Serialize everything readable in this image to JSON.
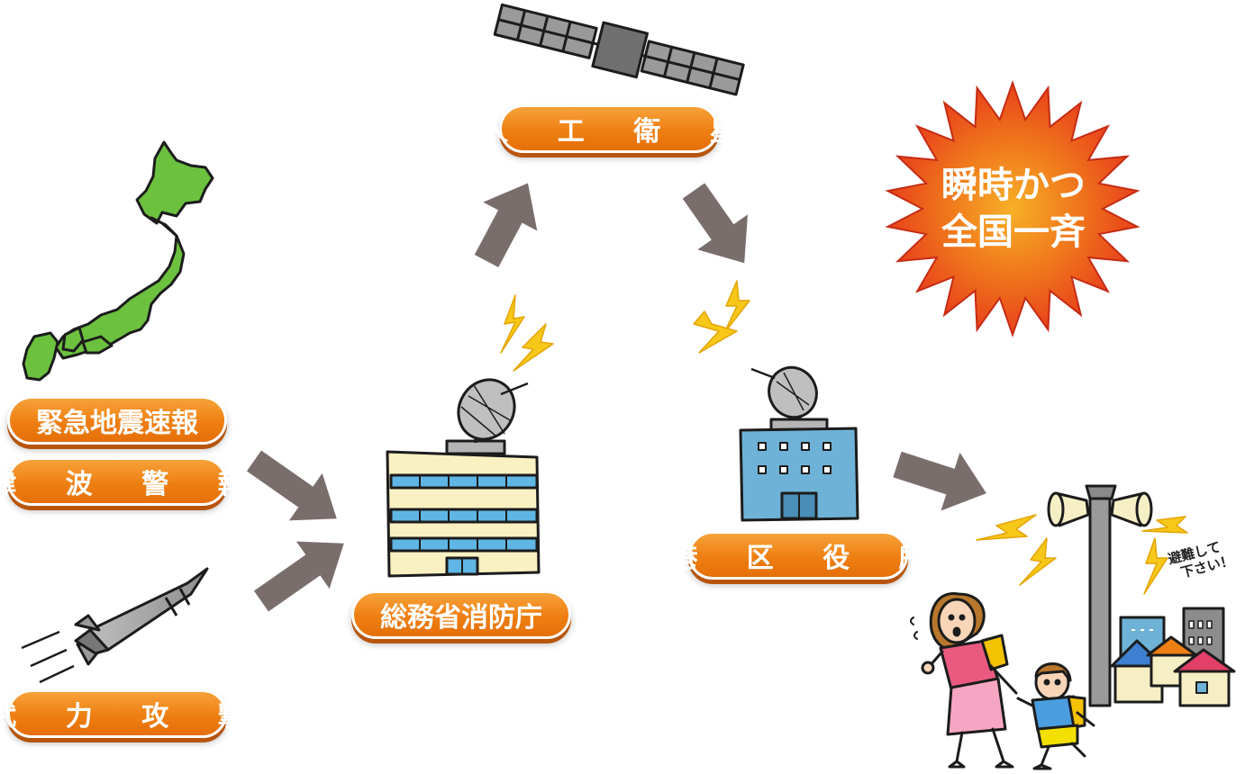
{
  "labels": {
    "emergency_quake": "緊急地震速報",
    "tsunami": "津 波 警 報",
    "armed_attack": "武 力 攻 撃",
    "fdma": "総務省消防庁",
    "satellite": "人 工 衛 星",
    "ward_office": "港 区 役 所"
  },
  "burst": {
    "line1": "瞬時かつ",
    "line2": "全国一斉"
  },
  "speech": {
    "line1": "避難して",
    "line2": "下さい！"
  },
  "colors": {
    "pill": "#ee7f12",
    "arrow": "#7a6e6c",
    "japan": "#6cc13f",
    "burst": "#e9421c",
    "bolt": "#f7c81a"
  }
}
